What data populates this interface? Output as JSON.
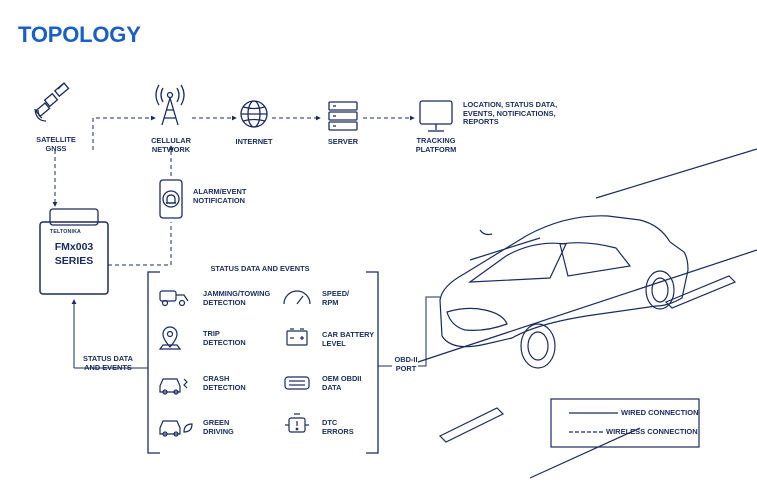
{
  "title": "TOPOLOGY",
  "nodes": {
    "satellite": "SATELLITE\nGNSS",
    "cellular": "CELLULAR\nNETWORK",
    "internet": "INTERNET",
    "server": "SERVER",
    "tracking": "TRACKING\nPLATFORM",
    "tracking_outputs": "LOCATION, STATUS DATA,\nEVENTS, NOTIFICATIONS,\nREPORTS",
    "alarm": "ALARM/EVENT\nNOTIFICATION"
  },
  "device": {
    "brand": "TELTONIKA",
    "model": "FMx003",
    "series": "SERIES"
  },
  "status_box": {
    "heading": "STATUS DATA AND EVENTS",
    "items": [
      {
        "label": "JAMMING/TOWING\nDETECTION",
        "icon": "tow-truck-icon"
      },
      {
        "label": "SPEED/\nRPM",
        "icon": "speedometer-icon"
      },
      {
        "label": "TRIP\nDETECTION",
        "icon": "map-pin-icon"
      },
      {
        "label": "CAR BATTERY\nLEVEL",
        "icon": "battery-icon"
      },
      {
        "label": "CRASH\nDETECTION",
        "icon": "crash-car-icon"
      },
      {
        "label": "OEM OBDII\nDATA",
        "icon": "obd-connector-icon"
      },
      {
        "label": "GREEN\nDRIVING",
        "icon": "eco-car-icon"
      },
      {
        "label": "DTC\nERRORS",
        "icon": "engine-icon"
      }
    ]
  },
  "connectors": {
    "status_data_events": "STATUS DATA\nAND EVENTS",
    "obd_port": "OBD-II\nPORT"
  },
  "legend": {
    "wired": "WIRED CONNECTION",
    "wireless": "WIRELESS CONNECTION"
  },
  "colors": {
    "title": "#1c5fc4",
    "ink": "#1b2c5c",
    "accent": "#1c5fc4"
  }
}
